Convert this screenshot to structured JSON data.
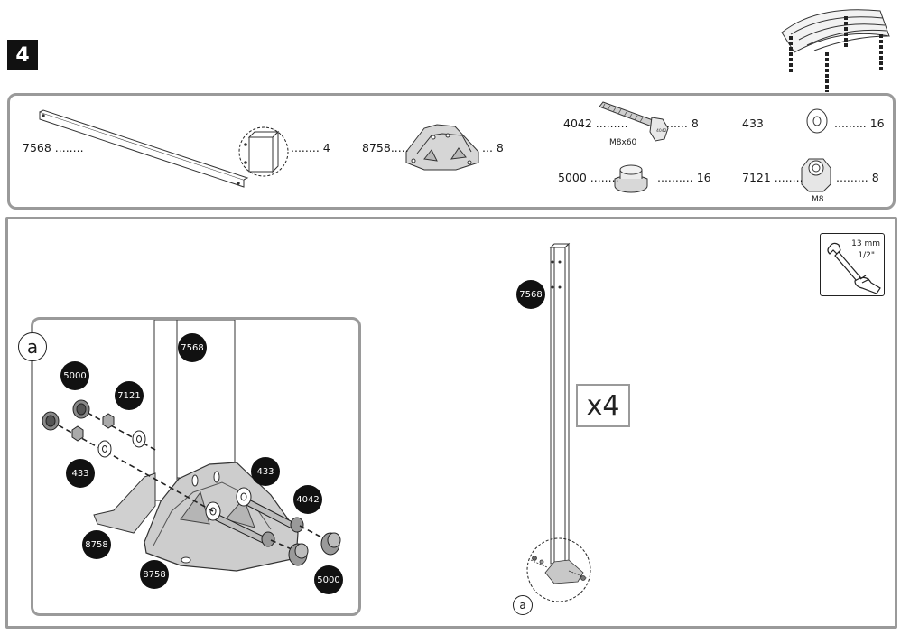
{
  "step": {
    "number": "4"
  },
  "parts": [
    {
      "code": "7568",
      "qty": "4"
    },
    {
      "code": "8758",
      "qty": "8"
    },
    {
      "code": "4042",
      "qty": "8",
      "spec": "M8x60"
    },
    {
      "code": "5000",
      "qty": "16"
    },
    {
      "code": "433",
      "qty": "16"
    },
    {
      "code": "7121",
      "qty": "8",
      "spec": "M8"
    }
  ],
  "detail": {
    "letter": "a",
    "callouts": [
      "7568",
      "5000",
      "7121",
      "433",
      "433",
      "4042",
      "8758",
      "8758",
      "5000"
    ]
  },
  "main": {
    "callout": "7568",
    "multiplier": "x4",
    "detail_ref": "a"
  },
  "tool": {
    "size_mm": "13 mm",
    "size_in": "1/2\"",
    "icon": "wrench-icon"
  }
}
